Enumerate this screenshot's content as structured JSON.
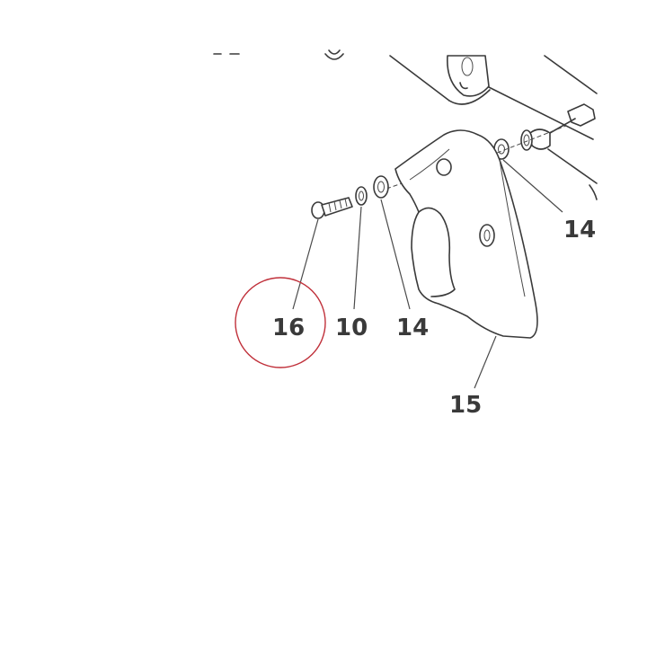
{
  "labels": {
    "part_16": "16",
    "part_10": "10",
    "part_14_front": "14",
    "part_14_rear": "14",
    "part_15": "15"
  },
  "colors": {
    "line": "#3a3a3a",
    "highlight": "#c0303a",
    "background": "#ffffff"
  },
  "highlighted_part": "16"
}
